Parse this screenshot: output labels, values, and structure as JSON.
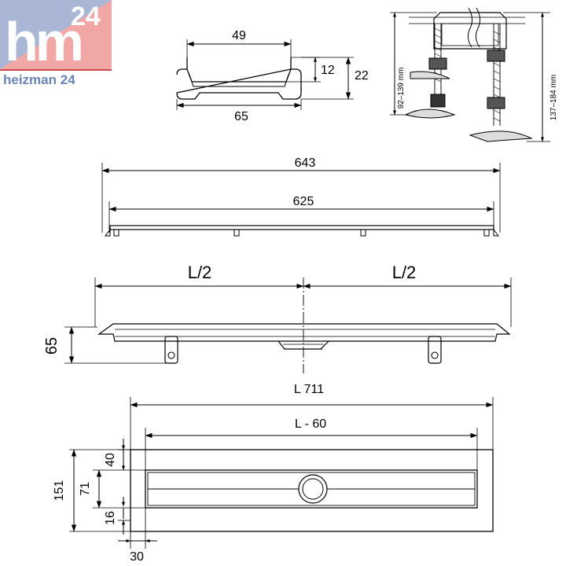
{
  "logo": {
    "letters": "hm",
    "number": "24",
    "subtitle": "heizman 24"
  },
  "profile_view": {
    "inner_width": "49",
    "outer_width": "65",
    "inner_height": "12",
    "total_height": "22"
  },
  "height_view": {
    "range_low": "92–139 mm",
    "range_high": "137–184 mm"
  },
  "grate_view": {
    "length_total": "643",
    "length_inner": "625"
  },
  "side_view": {
    "half_left": "L/2",
    "half_right": "L/2",
    "height": "65"
  },
  "top_view": {
    "length_total": "L  711",
    "length_grate": "L - 60",
    "width_total": "151",
    "width_inner": "71",
    "offset_top": "40",
    "offset_bottom": "16",
    "offset_side": "30"
  },
  "colors": {
    "line": "#000000",
    "logo_blue": "#a9b6d6",
    "logo_red": "#f2a7a7",
    "logo_text": "#6c84b8"
  }
}
